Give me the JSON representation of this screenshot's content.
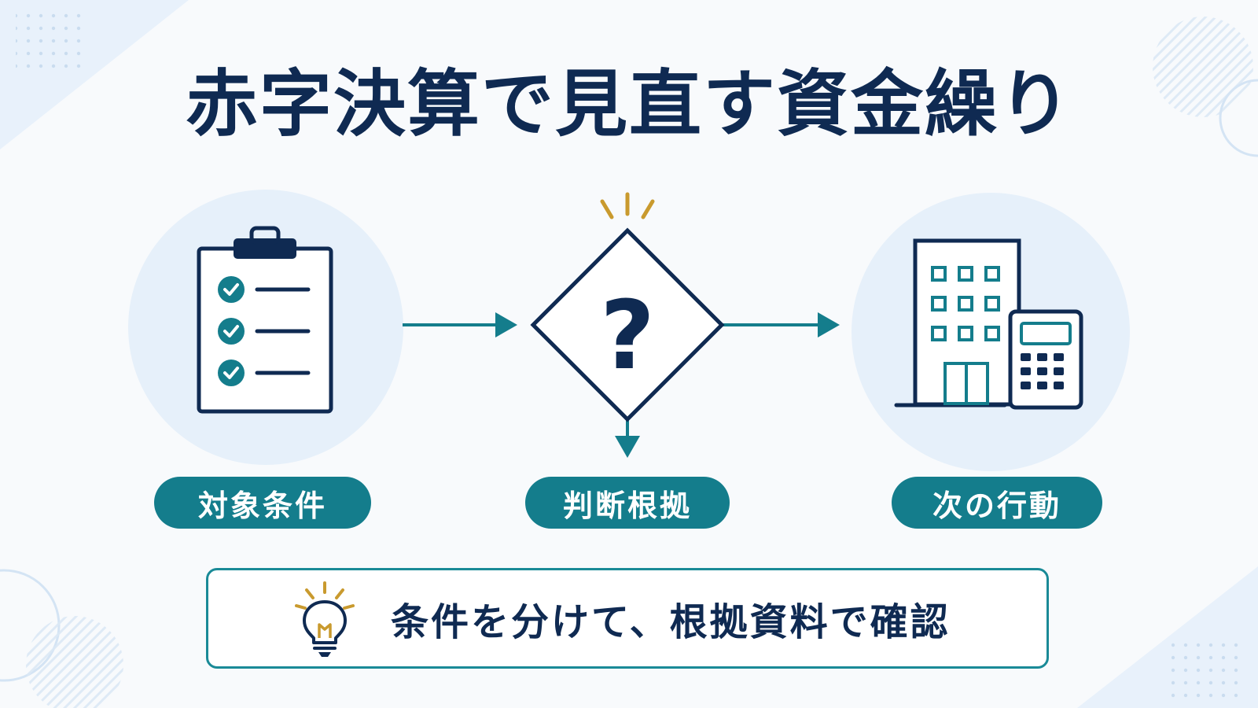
{
  "title": "赤字決算で見直す資金繰り",
  "steps": [
    {
      "label": "対象条件",
      "icon": "clipboard-checklist-icon"
    },
    {
      "label": "判断根拠",
      "icon": "decision-diamond-question-icon"
    },
    {
      "label": "次の行動",
      "icon": "building-calculator-icon"
    }
  ],
  "note": {
    "text": "条件を分けて、根拠資料で確認",
    "icon": "lightbulb-icon"
  },
  "colors": {
    "navy": "#0f2a52",
    "teal": "#147d8c",
    "gold": "#c99a2e",
    "circle_bg": "#e6f0fa",
    "page_bg": "#f8fafc"
  }
}
